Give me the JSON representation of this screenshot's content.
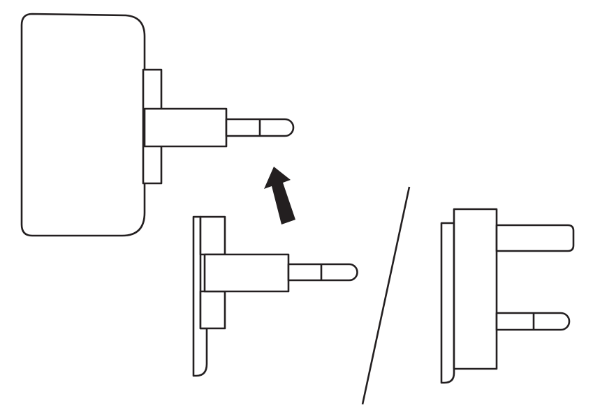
{
  "diagram": {
    "description_items": [
      "charger-with-eu-plug",
      "insert-arrow",
      "eu-adapter",
      "separator",
      "uk-adapter"
    ],
    "colors": {
      "stroke": "#231f20",
      "background": "#ffffff",
      "arrow": "#231f20"
    }
  }
}
